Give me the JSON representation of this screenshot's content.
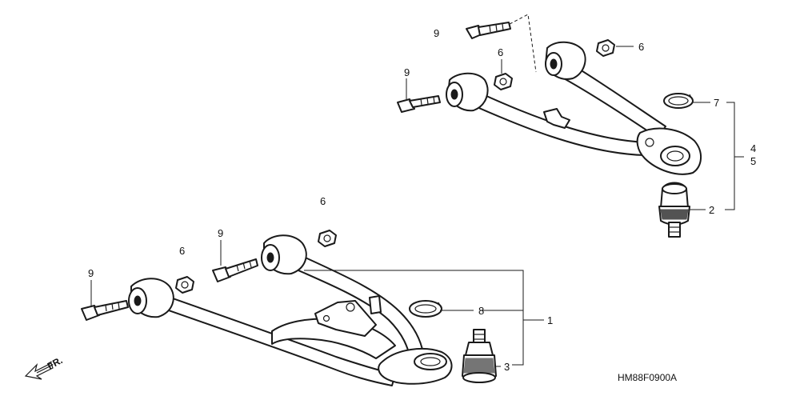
{
  "colors": {
    "ink": "#1a1a1a",
    "background": "#ffffff"
  },
  "callouts": {
    "bolt_upper_left": "9",
    "bolt_upper_top": "9",
    "nut_upper_mid": "6",
    "nut_upper_right": "6",
    "circlip_upper": "7",
    "bracket_upper_a": "4",
    "bracket_upper_b": "5",
    "ball_joint_upper": "2",
    "nut_lower_floating": "6",
    "bolt_lower_mid": "9",
    "nut_lower_left": "6",
    "bolt_lower_left": "9",
    "circlip_lower": "8",
    "arm_lower_assembly": "1",
    "ball_joint_lower": "3"
  },
  "direction_marker": {
    "label": "FR.",
    "icon": "arrow-left-down-icon"
  },
  "drawing_code": "HM88F0900A"
}
